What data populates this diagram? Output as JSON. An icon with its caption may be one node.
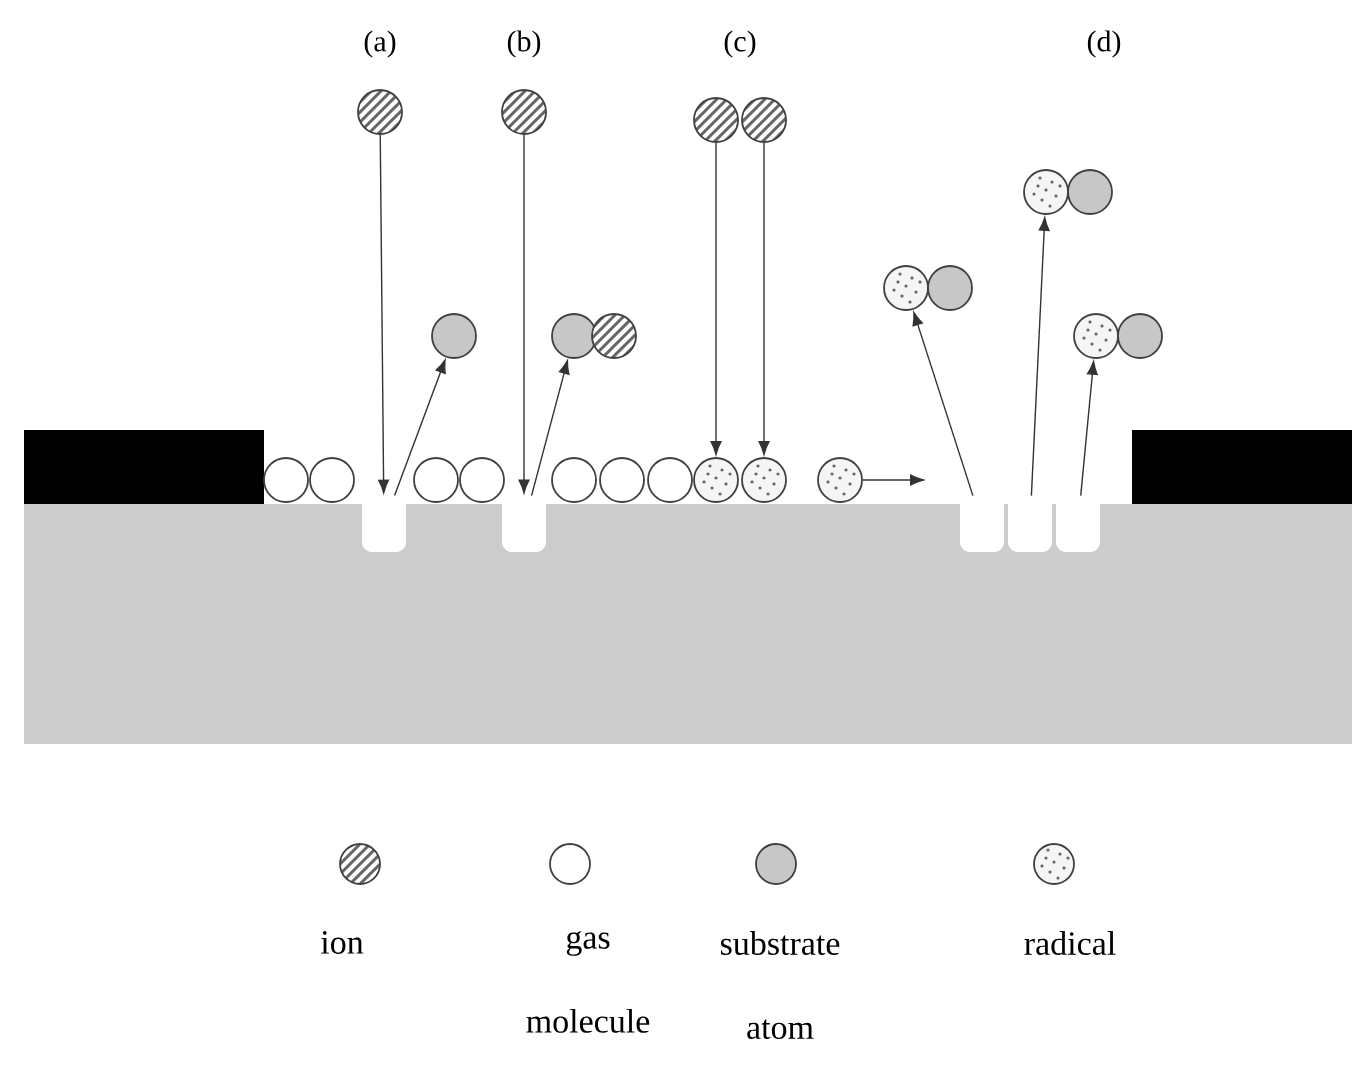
{
  "diagram": {
    "nodes": [
      {
        "text": [],
        "shape": "circle"
      },
      {
        "text": [],
        "shape": "circle"
      },
      {
        "text": [],
        "shape": "circle"
      },
      {
        "text": [],
        "shape": "circle"
      },
      {
        "text": [],
        "shape": "circle"
      },
      {
        "text": [],
        "shape": "circle"
      },
      {
        "text": [],
        "shape": "circle"
      },
      {
        "text": [],
        "shape": "circle"
      },
      {
        "text": [],
        "shape": "circle"
      },
      {
        "text": [],
        "shape": "circle"
      },
      {
        "text": [],
        "shape": "circle"
      },
      {
        "text": [],
        "shape": "circle"
      },
      {
        "text": [],
        "shape": "circle"
      },
      {
        "text": [],
        "shape": "circle"
      },
      {
        "text": [],
        "shape": "circle"
      },
      {
        "text": [],
        "shape": "circle"
      },
      {
        "text": [],
        "shape": "box"
      },
      {
        "text": [],
        "shape": "box"
      },
      {
        "text": [],
        "shape": "box"
      },
      {
        "text": [],
        "shape": "box"
      },
      {
        "text": [],
        "shape": "box"
      }
    ],
    "edges": [
      {
        "from": 0,
        "to": 16,
        "arrow": "to"
      },
      {
        "from": 16,
        "to": 1,
        "arrow": "to"
      },
      {
        "from": 2,
        "to": 17,
        "arrow": "to"
      },
      {
        "from": 17,
        "to": 3,
        "arrow": "to"
      },
      {
        "from": 5,
        "to": 7,
        "arrow": "to"
      },
      {
        "from": 6,
        "to": 8,
        "arrow": "to"
      },
      {
        "from": 9,
        "to": null,
        "arrow": "to"
      },
      {
        "from": 18,
        "to": 10,
        "arrow": "to"
      },
      {
        "from": 19,
        "to": 12,
        "arrow": "to"
      },
      {
        "from": 20,
        "to": 14,
        "arrow": "to"
      }
    ],
    "labels": [
      "(a)",
      "(b)",
      "(c)",
      "(d)"
    ],
    "legend": [
      {
        "text": "ion"
      },
      {
        "text": "gas molecule"
      },
      {
        "text": "substrate atom"
      },
      {
        "text": "radical"
      }
    ]
  }
}
